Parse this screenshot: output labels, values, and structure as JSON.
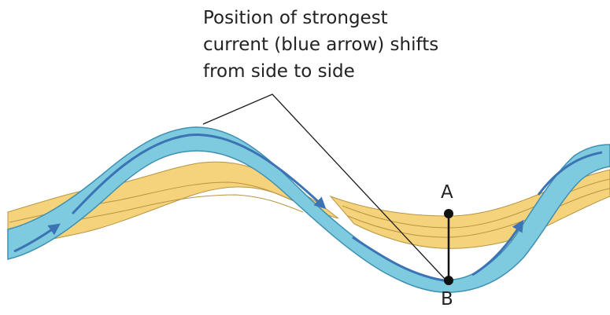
{
  "annotation": {
    "lines": [
      "Position of strongest",
      "current (blue arrow) shifts",
      "from side to side"
    ]
  },
  "points": {
    "a_label": "A",
    "b_label": "B"
  },
  "colors": {
    "channel": "#7ecbe0",
    "channel_edge": "#3f8fb3",
    "current_arrow": "#3c73b4",
    "sediment": "#f5d37a",
    "sediment_line": "#b89444",
    "leader_line": "#1a1a1a"
  }
}
